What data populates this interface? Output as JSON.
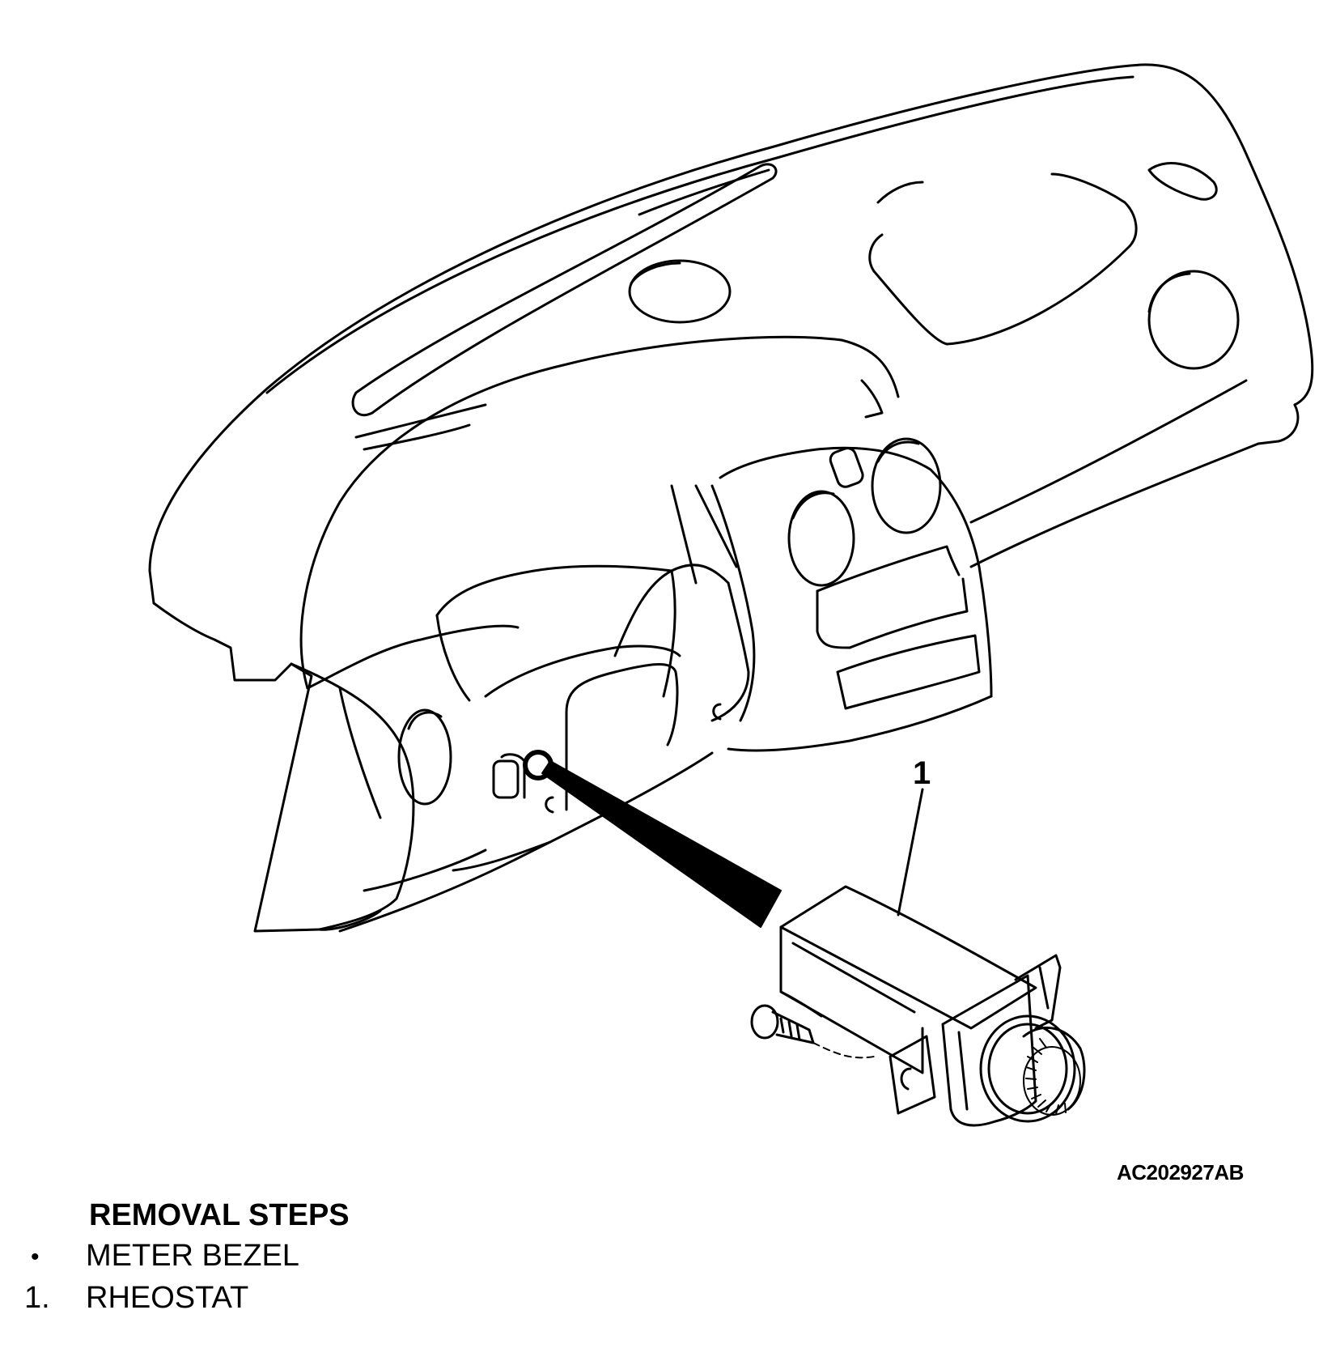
{
  "figure": {
    "callout_number": "1",
    "reference_code": "AC202927AB"
  },
  "removal_steps": {
    "heading": "REMOVAL STEPS",
    "items": [
      {
        "marker": "•",
        "label": "METER BEZEL"
      },
      {
        "marker": "1.",
        "label": "RHEOSTAT"
      }
    ]
  },
  "icons": [
    "instrument-panel-drawing",
    "rheostat-drawing",
    "screw-drawing"
  ]
}
